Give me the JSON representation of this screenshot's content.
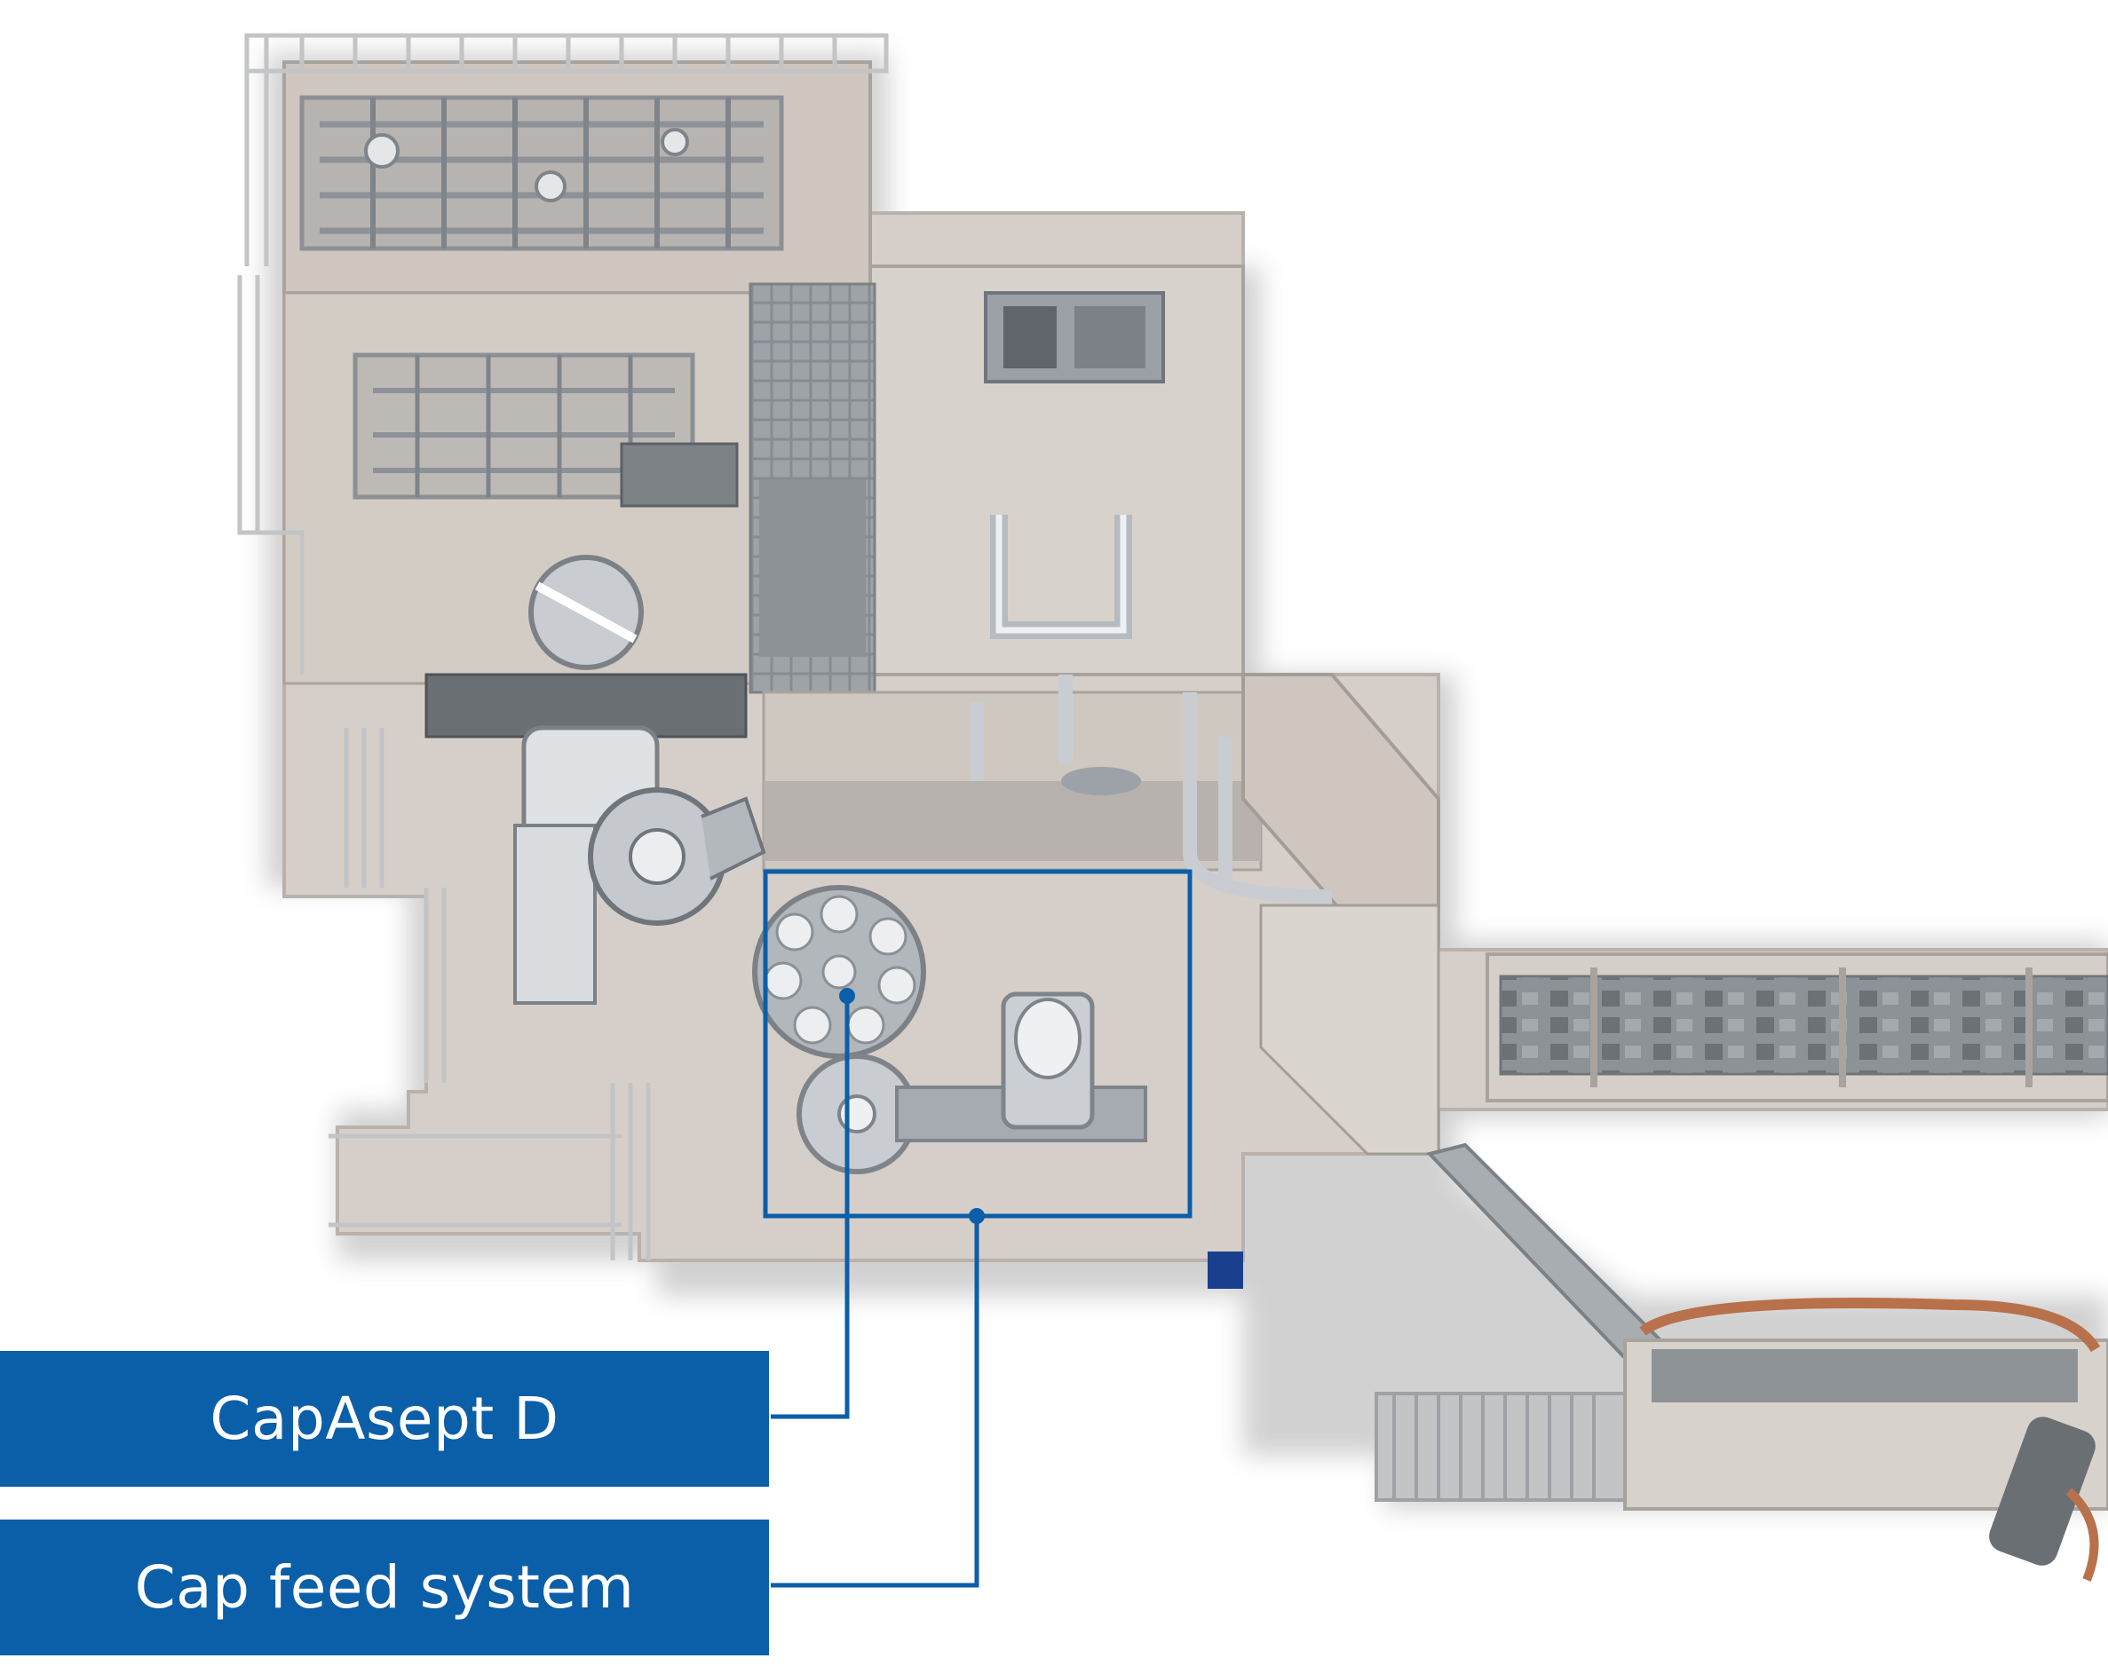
{
  "colors": {
    "accent_blue": "#0b5ea8",
    "machine_base": "#d6cfc9",
    "machine_shadow": "#b9b2ac",
    "metal": "#a9aeb3",
    "metal_dark": "#6f757b",
    "rail": "#c7c9cb",
    "copper": "#b8714a",
    "background": "#ffffff"
  },
  "callouts": [
    {
      "id": "capasept",
      "label": "CapAsept D"
    },
    {
      "id": "capfeed",
      "label": "Cap feed system"
    }
  ],
  "icons": {
    "marker_dot": "circle-dot-icon"
  }
}
